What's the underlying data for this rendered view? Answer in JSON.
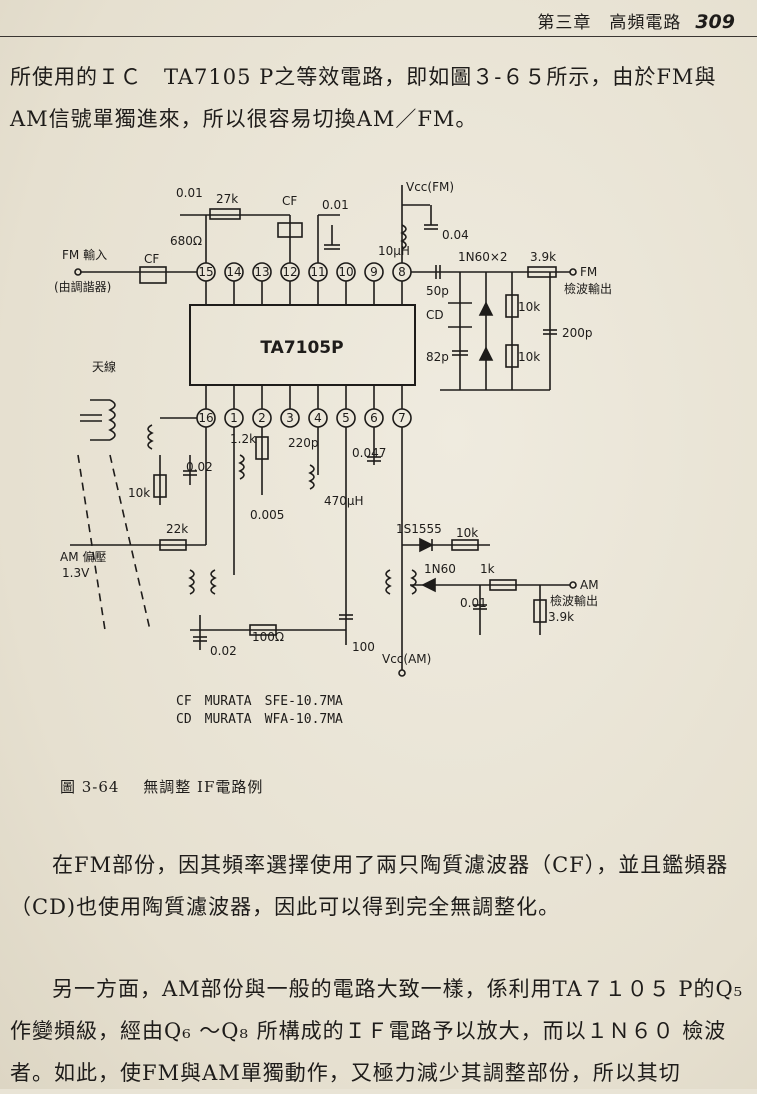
{
  "header": {
    "chapter": "第三章　高頻電路",
    "page_number": "309"
  },
  "paragraphs": {
    "p1": "所使用的ＩＣ　TA7105 P之等效電路，即如圖３-６５所示，由於FM與AM信號單獨進來，所以很容易切換AM／FM。",
    "p2": "在FM部份，因其頻率選擇使用了兩只陶質濾波器（CF），並且鑑頻器（CD)也使用陶質濾波器，因此可以得到完全無調整化。",
    "p3": "另一方面，AM部份與一般的電路大致一樣，係利用TA７１０５ P的Q₅ 作變頻級，經由Q₆ ～Q₈ 所構成的ＩＦ電路予以放大，而以１Ｎ６０ 檢波者。如此，使FM與AM單獨動作，又極力減少其調整部份，所以其切"
  },
  "figure": {
    "caption_number": "圖 3-64",
    "caption_text": "無調整 IF電路例",
    "labels": {
      "ic_name": "TA7105P",
      "vcc_fm": "Vcc(FM)",
      "vcc_am": "Vcc(AM)",
      "fm_input": "FM 輸入",
      "fm_input_sub": "(由調諧器)",
      "antenna": "天線",
      "am_bias": "AM 偏壓",
      "am_bias_v": "1.3V",
      "fm_out": "FM",
      "fm_out_sub": "檢波輸出",
      "am_out": "AM",
      "am_out_sub": "檢波輸出",
      "cf": "CF",
      "cf_top": "CF",
      "cd": "CD",
      "c_001a": "0.01",
      "c_001b": "0.01",
      "c_001c": "0.01",
      "c_004": "0.04",
      "c_002a": "0.02",
      "c_002b": "0.02",
      "c_0047": "0.047",
      "c_0005": "0.005",
      "c_220p": "220p",
      "c_50p": "50p",
      "c_82p": "82p",
      "c_200p": "200p",
      "c_100": "100",
      "r_27k": "27k",
      "r_680": "680Ω",
      "r_39k": "3.9k",
      "r_10ka": "10k",
      "r_10kb": "10k",
      "r_10kc": "10k",
      "r_10kd": "10k",
      "r_12k": "1.2k",
      "r_22k": "22k",
      "r_100": "100Ω",
      "r_1k": "1k",
      "r_39k_am": "3.9k",
      "l_10uh": "10μH",
      "l_470uh": "470μH",
      "d_1n60x2": "1N60×2",
      "d_1s1555": "1S1555",
      "d_1n60": "1N60",
      "pins": [
        "15",
        "14",
        "13",
        "12",
        "11",
        "10",
        "9",
        "8",
        "16",
        "1",
        "2",
        "3",
        "4",
        "5",
        "6",
        "7"
      ],
      "note_cf": "CF　MURATA　SFE-10.7MA",
      "note_cd": "CD　MURATA　WFA-10.7MA"
    }
  }
}
